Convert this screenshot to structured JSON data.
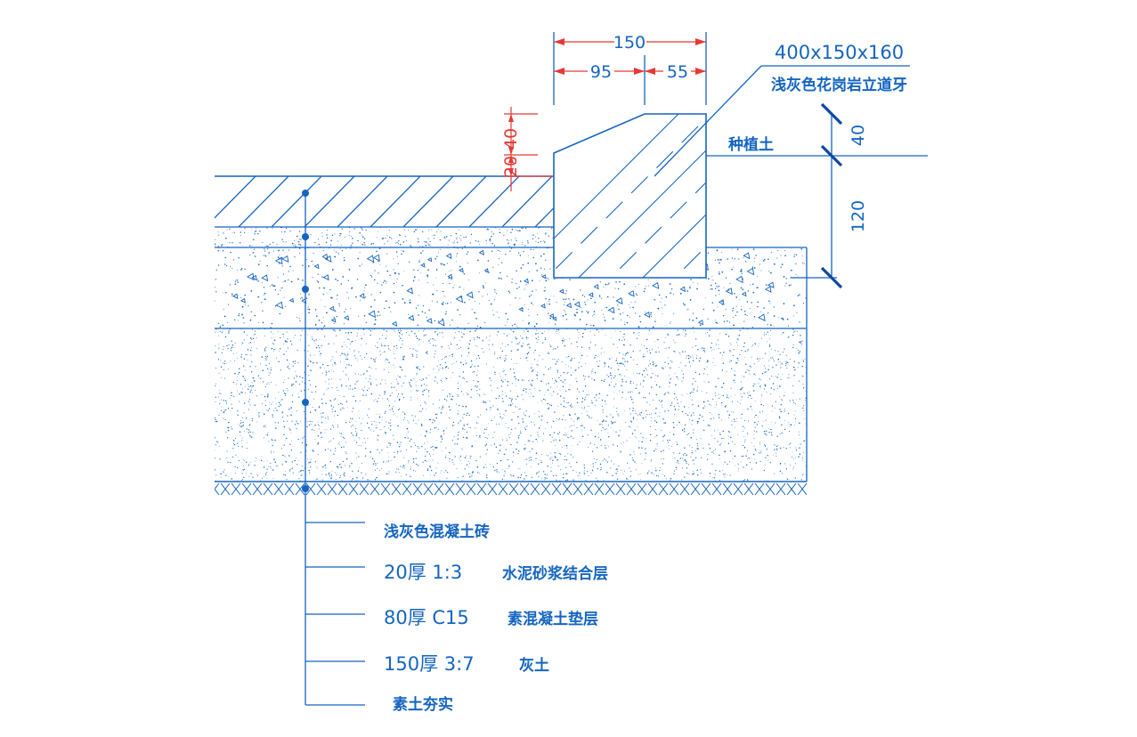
{
  "dimensions": {
    "top_total": "150",
    "top_left": "95",
    "top_right": "55",
    "curb_size": "400x150x160",
    "side_top": "40",
    "side_bottom": "120",
    "red_upper": "40",
    "red_lower": "20"
  },
  "labels": {
    "curb_material": "浅灰色花岗岩立道牙",
    "planting_soil": "种植土"
  },
  "layers": [
    {
      "spec": "",
      "desc": "浅灰色混凝土砖"
    },
    {
      "spec": "20厚 1:3",
      "desc": "水泥砂浆结合层"
    },
    {
      "spec": "80厚 C15",
      "desc": "素混凝土垫层"
    },
    {
      "spec": "150厚 3:7",
      "desc": "灰土"
    },
    {
      "spec": "",
      "desc": "素土夯实"
    }
  ],
  "colors": {
    "line": "#1565c0",
    "dimension_red": "#e53935",
    "tick": "#0d47a1"
  }
}
